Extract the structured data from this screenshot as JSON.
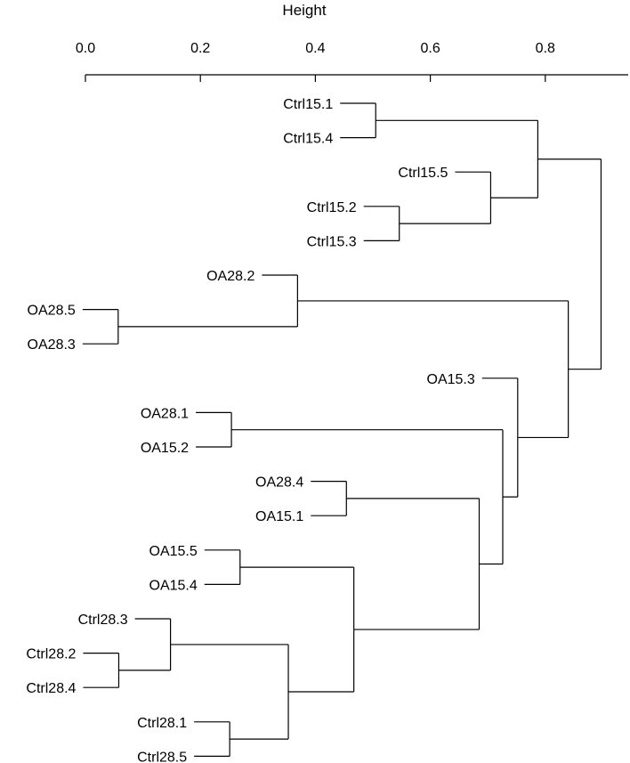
{
  "chart_data": {
    "type": "dendrogram",
    "orientation": "horizontal",
    "axis": {
      "title": "Height",
      "ticks": [
        "0.0",
        "0.2",
        "0.4",
        "0.6",
        "0.8"
      ],
      "tick_values": [
        0.0,
        0.2,
        0.4,
        0.6,
        0.8
      ],
      "range": [
        0.0,
        0.94
      ]
    },
    "leaves": [
      {
        "label": "Ctrl15.1"
      },
      {
        "label": "Ctrl15.4"
      },
      {
        "label": "Ctrl15.5"
      },
      {
        "label": "Ctrl15.2"
      },
      {
        "label": "Ctrl15.3"
      },
      {
        "label": "OA28.2"
      },
      {
        "label": "OA28.5"
      },
      {
        "label": "OA28.3"
      },
      {
        "label": "OA15.3"
      },
      {
        "label": "OA28.1"
      },
      {
        "label": "OA15.2"
      },
      {
        "label": "OA28.4"
      },
      {
        "label": "OA15.1"
      },
      {
        "label": "OA15.5"
      },
      {
        "label": "OA15.4"
      },
      {
        "label": "Ctrl28.3"
      },
      {
        "label": "Ctrl28.2"
      },
      {
        "label": "Ctrl28.4"
      },
      {
        "label": "Ctrl28.1"
      },
      {
        "label": "Ctrl28.5"
      }
    ],
    "merges": [
      {
        "id": "A",
        "children": [
          "Ctrl15.1",
          "Ctrl15.4"
        ],
        "height": 0.505
      },
      {
        "id": "B",
        "children": [
          "Ctrl15.2",
          "Ctrl15.3"
        ],
        "height": 0.546
      },
      {
        "id": "C",
        "children": [
          "Ctrl15.5",
          "B"
        ],
        "height": 0.705
      },
      {
        "id": "D",
        "children": [
          "A",
          "C"
        ],
        "height": 0.787
      },
      {
        "id": "E",
        "children": [
          "OA28.5",
          "OA28.3"
        ],
        "height": 0.057
      },
      {
        "id": "F",
        "children": [
          "OA28.2",
          "E"
        ],
        "height": 0.369
      },
      {
        "id": "G",
        "children": [
          "OA28.1",
          "OA15.2"
        ],
        "height": 0.254
      },
      {
        "id": "H",
        "children": [
          "OA28.4",
          "OA15.1"
        ],
        "height": 0.454
      },
      {
        "id": "I",
        "children": [
          "OA15.5",
          "OA15.4"
        ],
        "height": 0.269
      },
      {
        "id": "J",
        "children": [
          "Ctrl28.2",
          "Ctrl28.4"
        ],
        "height": 0.058
      },
      {
        "id": "K",
        "children": [
          "Ctrl28.3",
          "J"
        ],
        "height": 0.148
      },
      {
        "id": "L",
        "children": [
          "Ctrl28.1",
          "Ctrl28.5"
        ],
        "height": 0.251
      },
      {
        "id": "M",
        "children": [
          "K",
          "L"
        ],
        "height": 0.353
      },
      {
        "id": "N",
        "children": [
          "I",
          "M"
        ],
        "height": 0.467
      },
      {
        "id": "O",
        "children": [
          "H",
          "N"
        ],
        "height": 0.685
      },
      {
        "id": "P",
        "children": [
          "G",
          "O"
        ],
        "height": 0.726
      },
      {
        "id": "Q",
        "children": [
          "OA15.3",
          "P"
        ],
        "height": 0.752
      },
      {
        "id": "R",
        "children": [
          "F",
          "Q"
        ],
        "height": 0.84
      },
      {
        "id": "S",
        "children": [
          "D",
          "R"
        ],
        "height": 0.897
      }
    ]
  }
}
